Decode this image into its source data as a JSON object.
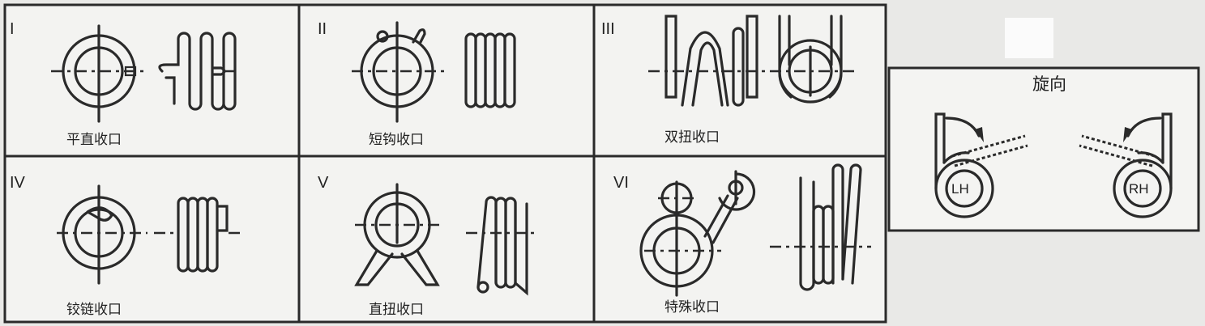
{
  "cells": [
    {
      "numeral": "I",
      "label": "平直收口"
    },
    {
      "numeral": "II",
      "label": "短钩收口"
    },
    {
      "numeral": "III",
      "label": "双扭收口"
    },
    {
      "numeral": "IV",
      "label": "铰链收口"
    },
    {
      "numeral": "V",
      "label": "直扭收口"
    },
    {
      "numeral": "VI",
      "label": "特殊收口"
    }
  ],
  "direction_panel": {
    "title": "旋向",
    "left": "LH",
    "right": "RH"
  }
}
